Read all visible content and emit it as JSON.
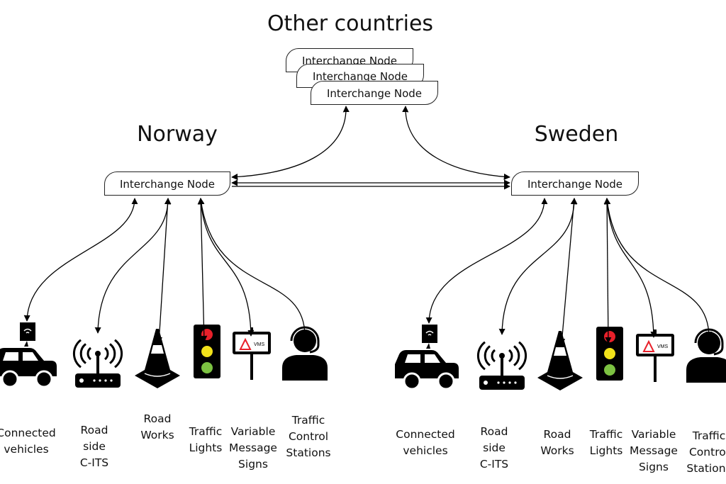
{
  "diagram": {
    "other_title": "Other countries",
    "norway": {
      "title": "Norway",
      "node": "Interchange Node",
      "items": [
        {
          "label": [
            "Connected",
            "vehicles"
          ],
          "icon": "car-icon"
        },
        {
          "label": [
            "Road",
            "side",
            "C-ITS"
          ],
          "icon": "router-icon"
        },
        {
          "label": [
            "Road",
            "Works"
          ],
          "icon": "traffic-cone-icon"
        },
        {
          "label": [
            "Traffic",
            "Lights"
          ],
          "icon": "traffic-light-icon"
        },
        {
          "label": [
            "Variable",
            "Message",
            "Signs"
          ],
          "icon": "vms-sign-icon"
        },
        {
          "label": [
            "Traffic",
            "Control",
            "Stations"
          ],
          "icon": "operator-headset-icon"
        }
      ]
    },
    "sweden": {
      "title": "Sweden",
      "node": "Interchange Node",
      "items": [
        {
          "label": [
            "Connected",
            "vehicles"
          ],
          "icon": "car-icon"
        },
        {
          "label": [
            "Road",
            "side",
            "C-ITS"
          ],
          "icon": "router-icon"
        },
        {
          "label": [
            "Road",
            "Works"
          ],
          "icon": "traffic-cone-icon"
        },
        {
          "label": [
            "Traffic",
            "Lights"
          ],
          "icon": "traffic-light-icon"
        },
        {
          "label": [
            "Variable",
            "Message",
            "Signs"
          ],
          "icon": "vms-sign-icon"
        },
        {
          "label": [
            "Traffic",
            "Control",
            "Stations"
          ],
          "icon": "operator-headset-icon"
        }
      ]
    },
    "other_nodes": [
      "Interchange Node",
      "Interchange Node",
      "Interchange Node"
    ],
    "vms_text": "VMS",
    "colors": {
      "red": "#e8202a",
      "yellow": "#f2e21a",
      "green": "#7cc242",
      "ink": "#000000"
    }
  }
}
